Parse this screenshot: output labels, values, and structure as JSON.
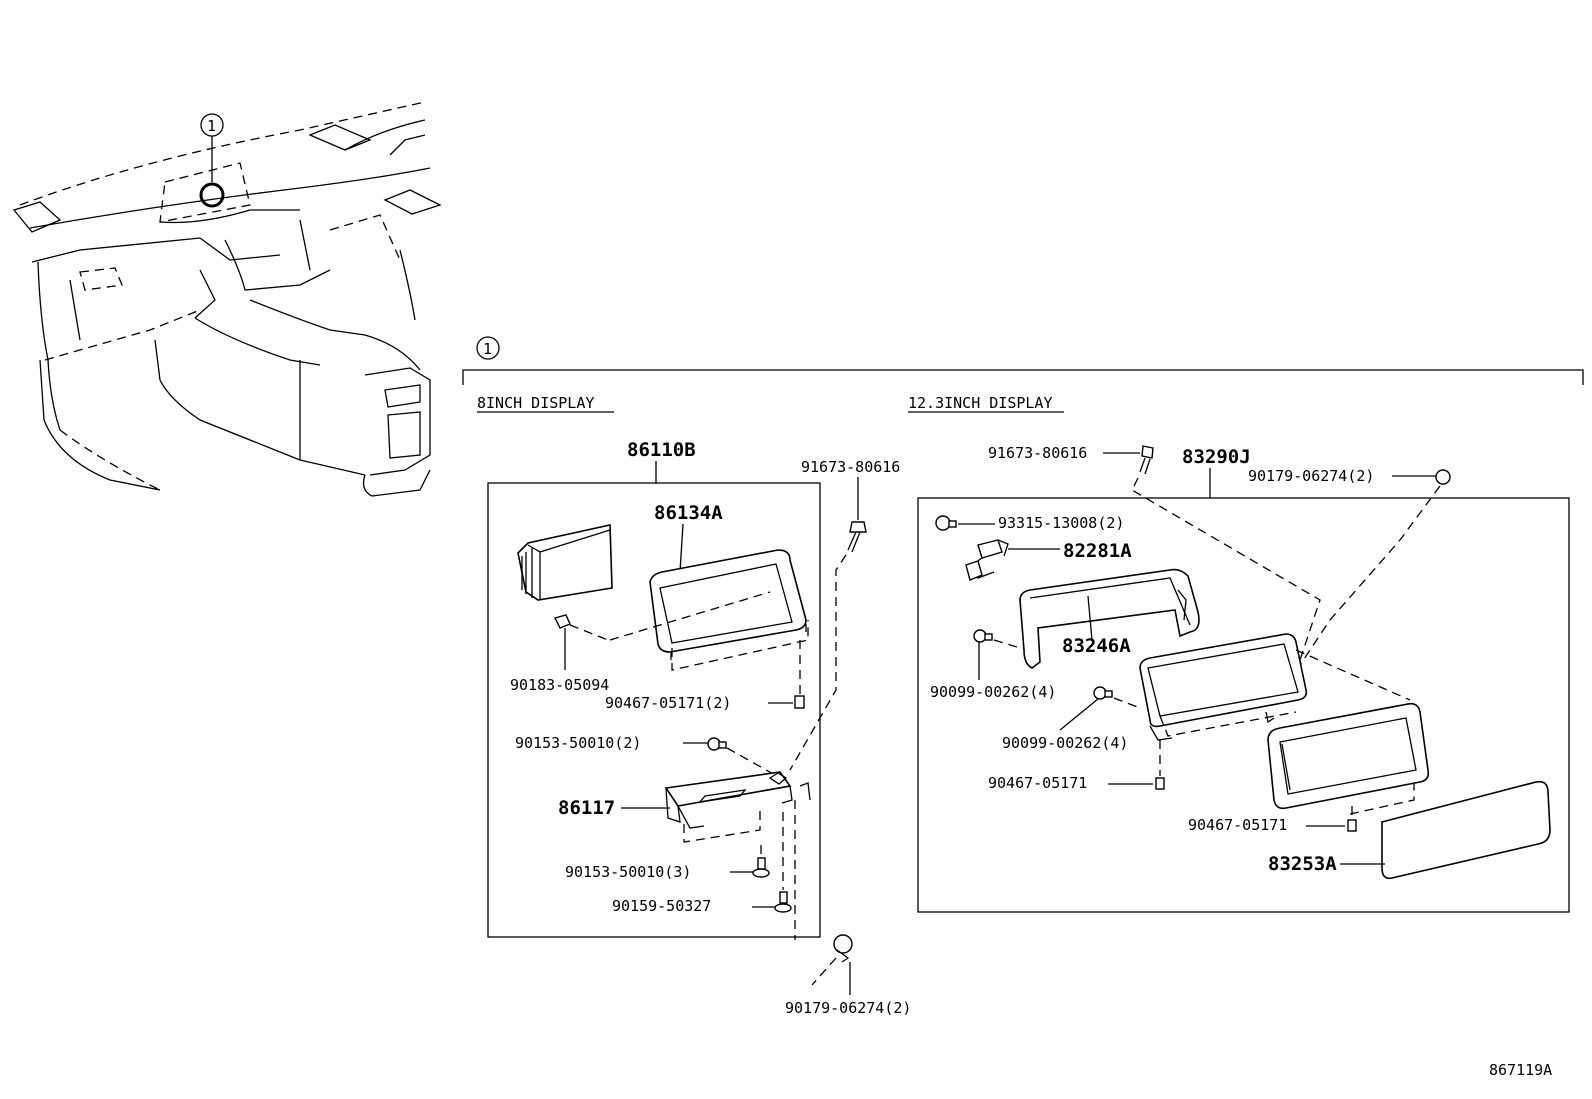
{
  "callout": {
    "number": "1"
  },
  "sections": {
    "eight_inch": "8INCH DISPLAY",
    "twelve_inch": "12.3INCH DISPLAY"
  },
  "parts_8inch": {
    "assy": "86110B",
    "bezel": "86134A",
    "screw_top": "91673-80616",
    "clip": "90183-05094",
    "nut1": "90467-05171(2)",
    "bolt1": "90153-50010(2)",
    "bracket": "86117",
    "bolt2": "90153-50010(3)",
    "bolt3": "90159-50327",
    "screw_bottom": "90179-06274(2)"
  },
  "parts_12inch": {
    "screw_top": "91673-80616",
    "assy": "83290J",
    "screw_right": "90179-06274(2)",
    "bolt_top": "93315-13008(2)",
    "harness": "82281A",
    "frame": "83246A",
    "screw_left": "90099-00262(4)",
    "screw_mid": "90099-00262(4)",
    "nut_left": "90467-05171",
    "nut_right": "90467-05171",
    "glass": "83253A"
  },
  "catalog_code": "867119A"
}
